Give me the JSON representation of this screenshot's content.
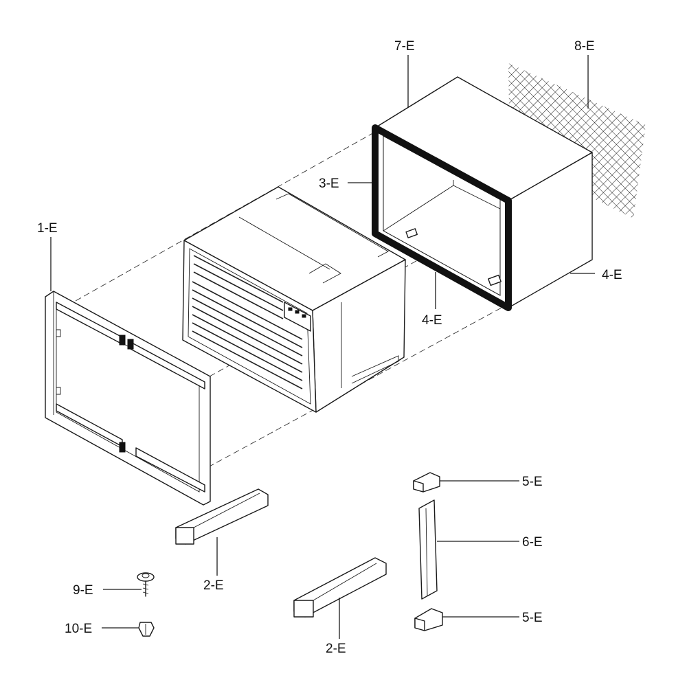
{
  "parts": [
    {
      "id": "1-E"
    },
    {
      "id": "2-E"
    },
    {
      "id": "2-E"
    },
    {
      "id": "3-E"
    },
    {
      "id": "4-E"
    },
    {
      "id": "4-E"
    },
    {
      "id": "5-E"
    },
    {
      "id": "5-E"
    },
    {
      "id": "6-E"
    },
    {
      "id": "7-E"
    },
    {
      "id": "8-E"
    },
    {
      "id": "9-E"
    },
    {
      "id": "10-E"
    }
  ],
  "colors": {
    "line": "#1a1a1a",
    "background": "#ffffff"
  }
}
